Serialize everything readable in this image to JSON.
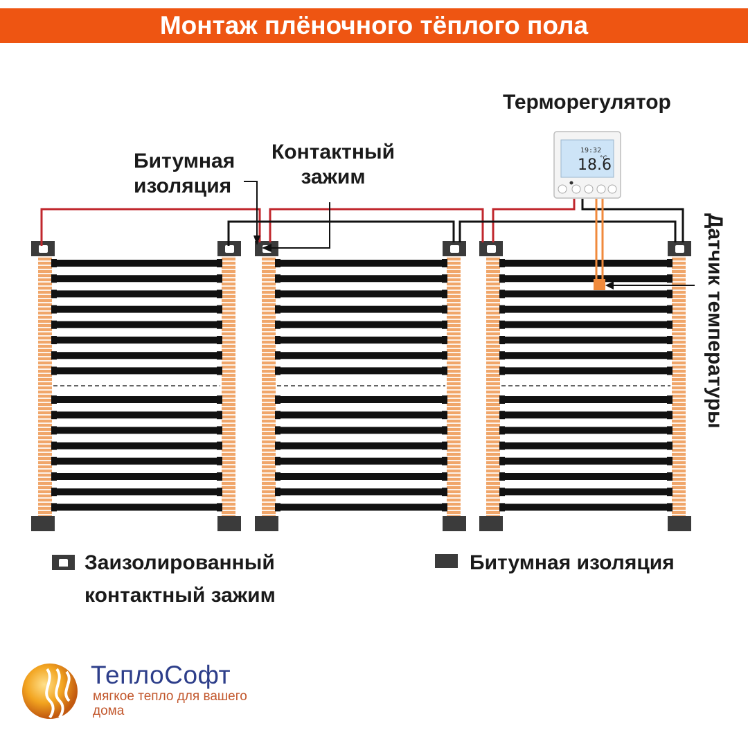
{
  "header": {
    "title": "Монтаж плёночного тёплого пола"
  },
  "labels": {
    "thermostat": "Терморегулятор",
    "bitumen_insulation": "Битумная изоляция",
    "contact_clamp": "Контактный зажим",
    "temperature_sensor": "Датчик температуры"
  },
  "thermostat_display": {
    "time": "19:32",
    "temperature": "18.6",
    "unit": "°C"
  },
  "legend": {
    "insulated_clamp": "Заизолированный контактный зажим",
    "bitumen_insulation": "Битумная изоляция"
  },
  "brand": {
    "name": "ТеплоСофт",
    "tagline": "мягкое тепло для вашего дома"
  },
  "colors": {
    "banner": "#ee5512",
    "heating_strip_bus": "#f0a66a",
    "carbon_strips": "#111111",
    "phase_wire": "#c0272d",
    "neutral_wire": "#111111",
    "sensor": "#f08a3c",
    "brand_blue": "#2d3e8a",
    "brand_orange": "#c2572c"
  },
  "diagram": {
    "film_panels": 3,
    "carbon_strips_per_panel": 16
  }
}
